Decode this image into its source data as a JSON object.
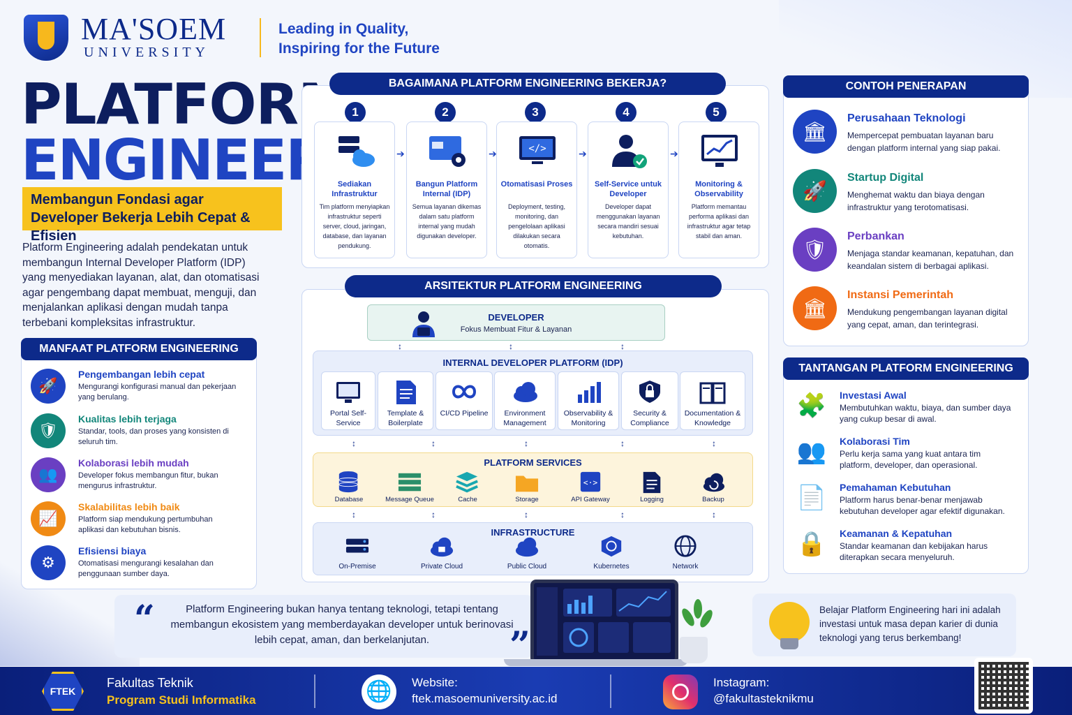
{
  "header": {
    "university_name": "MA'SOEM",
    "university_sub": "UNIVERSITY",
    "tagline_1": "Leading in Quality,",
    "tagline_2": "Inspiring for the Future"
  },
  "hero": {
    "title_1": "PLATFORM",
    "title_2": "ENGINEERING",
    "subtitle": "Membangun Fondasi agar Developer Bekerja Lebih Cepat & Efisien",
    "intro": "Platform Engineering adalah pendekatan untuk membangun Internal Developer Platform (IDP) yang menyediakan layanan, alat, dan otomatisasi agar pengembang dapat membuat, menguji, dan menjalankan aplikasi dengan mudah tanpa terbebani kompleksitas infrastruktur."
  },
  "benefits": {
    "heading": "MANFAAT PLATFORM ENGINEERING",
    "items": [
      {
        "title": "Pengembangan lebih cepat",
        "desc": "Mengurangi konfigurasi manual dan pekerjaan yang berulang.",
        "color": "#1f44c2",
        "icon": "rocket-icon"
      },
      {
        "title": "Kualitas lebih terjaga",
        "desc": "Standar, tools, dan proses yang konsisten di seluruh tim.",
        "color": "#12867a",
        "icon": "shield-icon"
      },
      {
        "title": "Kolaborasi lebih mudah",
        "desc": "Developer fokus membangun fitur, bukan mengurus infrastruktur.",
        "color": "#6a3fc2",
        "icon": "team-icon"
      },
      {
        "title": "Skalabilitas lebih baik",
        "desc": "Platform siap mendukung pertumbuhan aplikasi dan kebutuhan bisnis.",
        "color": "#f08a14",
        "icon": "growth-chart-icon"
      },
      {
        "title": "Efisiensi biaya",
        "desc": "Otomatisasi mengurangi kesalahan dan penggunaan sumber daya.",
        "color": "#1f44c2",
        "icon": "gear-icon"
      }
    ]
  },
  "how": {
    "heading": "BAGAIMANA PLATFORM ENGINEERING BEKERJA?",
    "steps": [
      {
        "num": "1",
        "title": "Sediakan Infrastruktur",
        "desc": "Tim platform menyiapkan infrastruktur seperti server, cloud, jaringan, database, dan layanan pendukung."
      },
      {
        "num": "2",
        "title": "Bangun Platform Internal (IDP)",
        "desc": "Semua layanan dikemas dalam satu platform internal yang mudah digunakan developer."
      },
      {
        "num": "3",
        "title": "Otomatisasi Proses",
        "desc": "Deployment, testing, monitoring, dan pengelolaan aplikasi dilakukan secara otomatis."
      },
      {
        "num": "4",
        "title": "Self-Service untuk Developer",
        "desc": "Developer dapat menggunakan layanan secara mandiri sesuai kebutuhan."
      },
      {
        "num": "5",
        "title": "Monitoring & Observability",
        "desc": "Platform memantau performa aplikasi dan infrastruktur agar tetap stabil dan aman."
      }
    ]
  },
  "architecture": {
    "heading": "ARSITEKTUR PLATFORM ENGINEERING",
    "developer_title": "DEVELOPER",
    "developer_desc": "Fokus Membuat Fitur & Layanan",
    "idp_title": "INTERNAL DEVELOPER PLATFORM (IDP)",
    "idp_items": [
      "Portal Self-Service",
      "Template & Boilerplate",
      "CI/CD Pipeline",
      "Environment Management",
      "Observability & Monitoring",
      "Security & Compliance",
      "Documentation & Knowledge"
    ],
    "services_title": "PLATFORM SERVICES",
    "services": [
      "Database",
      "Message Queue",
      "Cache",
      "Storage",
      "API Gateway",
      "Logging",
      "Backup"
    ],
    "infra_title": "INFRASTRUCTURE",
    "infra": [
      "On-Premise",
      "Private Cloud",
      "Public Cloud",
      "Kubernetes",
      "Network"
    ]
  },
  "examples": {
    "heading": "CONTOH PENERAPAN",
    "items": [
      {
        "title": "Perusahaan Teknologi",
        "desc": "Mempercepat pembuatan layanan baru dengan platform internal yang siap pakai.",
        "color": "#1f44c2"
      },
      {
        "title": "Startup Digital",
        "desc": "Menghemat waktu dan biaya dengan infrastruktur yang terotomatisasi.",
        "color": "#12867a"
      },
      {
        "title": "Perbankan",
        "desc": "Menjaga standar keamanan, kepatuhan, dan keandalan sistem di berbagai aplikasi.",
        "color": "#6a3fc2"
      },
      {
        "title": "Instansi Pemerintah",
        "desc": "Mendukung pengembangan layanan digital yang cepat, aman, dan terintegrasi.",
        "color": "#f06a14"
      }
    ]
  },
  "challenges": {
    "heading": "TANTANGAN PLATFORM ENGINEERING",
    "items": [
      {
        "title": "Investasi Awal",
        "desc": "Membutuhkan waktu, biaya, dan sumber daya yang cukup besar di awal."
      },
      {
        "title": "Kolaborasi Tim",
        "desc": "Perlu kerja sama yang kuat antara tim platform, developer, dan operasional."
      },
      {
        "title": "Pemahaman Kebutuhan",
        "desc": "Platform harus benar-benar menjawab kebutuhan developer agar efektif digunakan."
      },
      {
        "title": "Keamanan & Kepatuhan",
        "desc": "Standar keamanan dan kebijakan harus diterapkan secara menyeluruh."
      }
    ]
  },
  "quote": {
    "text": "Platform Engineering bukan hanya tentang teknologi, tetapi tentang membangun ekosistem yang memberdayakan developer untuk berinovasi lebih cepat, aman, dan berkelanjutan."
  },
  "learn": {
    "text": "Belajar Platform Engineering hari ini adalah investasi untuk masa depan karier di dunia teknologi yang terus berkembang!"
  },
  "footer": {
    "badge": "FTEK",
    "faculty": "Fakultas Teknik",
    "program": "Program Studi Informatika",
    "website_label": "Website:",
    "website": "ftek.masoemuniversity.ac.id",
    "instagram_label": "Instagram:",
    "instagram": "@fakultasteknikmu"
  }
}
